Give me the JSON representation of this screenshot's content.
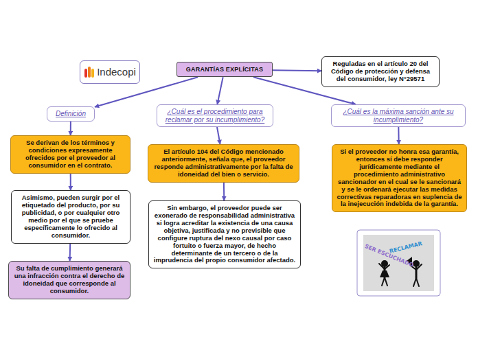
{
  "diagram": {
    "nodes": [
      {
        "text": [
          "GARANTÍAS EXPLÍCITAS"
        ]
      },
      {
        "text": [
          "Indecopi"
        ]
      },
      {
        "text": [
          "Reguladas en el artículo 20 del Código de protección y defensa del consumidor, ley N°29571"
        ]
      },
      {
        "text": [
          "Definición"
        ]
      },
      {
        "text": [
          "¿Cuál es el procedimiento para reclamar por su incumplimiento?"
        ]
      },
      {
        "text": [
          "¿Cuál es la máxima sanción ante su incumplimiento?"
        ]
      },
      {
        "text": [
          "Se derivan de los términos y condiciones expresamente ofrecidos por el proveedor al consumidor en el contrato."
        ]
      },
      {
        "text": [
          "Asimismo, pueden surgir por el etiquetado del producto, por su publicidad, o por cualquier otro medio por el que se pruebe específicamente lo ofrecido al consumidor."
        ]
      },
      {
        "text": [
          "Su falta de cumplimiento generará una infracción contra el derecho de idoneidad que corresponde al consumidor."
        ]
      },
      {
        "text": [
          "El artículo 104 del Código mencionado anteriormente, señala que, el proveedor responde administrativamente por la falta de idoneidad del bien o servicio."
        ]
      },
      {
        "text": [
          "Sin embargo, el proveedor puede ser exonerado de responsabilidad administrativa si logra acreditar la existencia de una causa objetiva, justificada y no previsible que configure ruptura del nexo causal por caso fortuito o fuerza mayor, de hecho determinante de un tercero o de la imprudencia del propio consumidor afectado."
        ]
      },
      {
        "text": [
          "Si el proveedor no honra esa garantía, entonces sí debe responder jurídicamente mediante el procedimiento administrativo sancionador en el cual se le sancionará y se le ordenará ejecutar las medidas correctivas reparadoras en suplencia de la inejecución indebida de la garantía."
        ]
      }
    ],
    "edges": [
      {
        "from": 0,
        "to": 2,
        "arrow": "to"
      },
      {
        "from": 0,
        "to": 3,
        "arrow": "to"
      },
      {
        "from": 0,
        "to": 4,
        "arrow": "to"
      },
      {
        "from": 0,
        "to": 5,
        "arrow": "to"
      },
      {
        "from": 3,
        "to": 6,
        "arrow": "to"
      },
      {
        "from": 6,
        "to": 7,
        "arrow": "to"
      },
      {
        "from": 7,
        "to": 8,
        "arrow": "to"
      },
      {
        "from": 4,
        "to": 9,
        "arrow": "to"
      },
      {
        "from": 9,
        "to": 10,
        "arrow": "to"
      },
      {
        "from": 5,
        "to": 11,
        "arrow": "to"
      }
    ],
    "labels": [
      "SER ESCUCHADO",
      "RECLAMAR"
    ]
  }
}
